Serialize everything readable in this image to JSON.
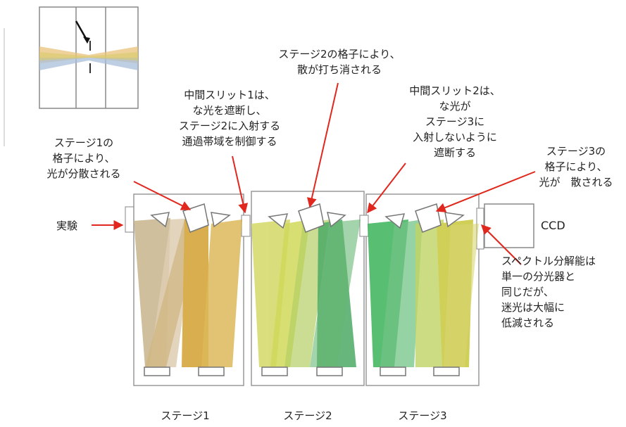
{
  "labels": {
    "experiment": "実験",
    "ccd": "CCD",
    "stage1_name": "ステージ1",
    "stage2_name": "ステージ2",
    "stage3_name": "ステージ3"
  },
  "annotations": {
    "stage1_grating": [
      "ステージ1の",
      "格子により、",
      "光が分散される"
    ],
    "slit1": [
      "中間スリット1は、",
      "な光を遮断し、",
      "ステージ2に入射する",
      "通過帯域を制御する"
    ],
    "stage2_grating": [
      "ステージ2の格子により、",
      "散が打ち消される"
    ],
    "slit2": [
      "中間スリット2は、",
      "な光が",
      "ステージ3に",
      "入射しないように",
      "遮断する"
    ],
    "stage3_grating": [
      "ステージ3の",
      "格子により、",
      "光が　散される"
    ],
    "resolution": [
      "スペクトル分解能は",
      "単一の分光器と",
      "同じだが、",
      "迷光は大幅に",
      "低減される"
    ]
  },
  "colors": {
    "stage1_beam": "#c8b48c",
    "stage1_beam_alt": "#d2a030",
    "stage2_beam": "#c8d23c",
    "stage2_beam_alt": "#2e9c4a",
    "stage3_beam": "#3cb45a",
    "stage3_beam_alt": "#c8c83c",
    "arrow": "#e0281e",
    "outline": "#8a8a8a"
  }
}
